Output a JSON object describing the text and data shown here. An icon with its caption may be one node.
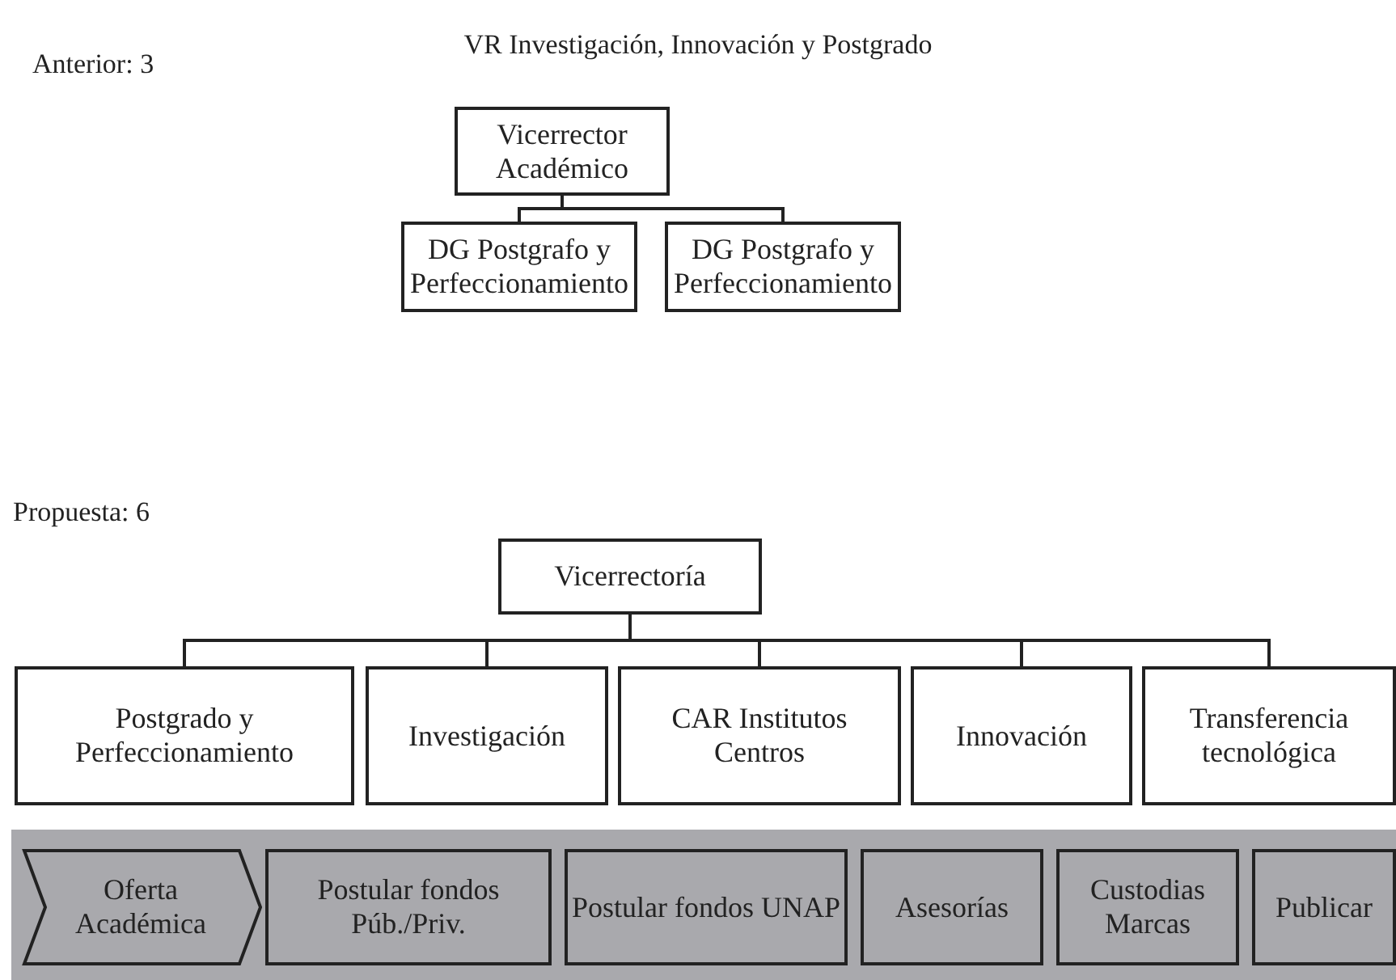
{
  "diagram": {
    "title": "VR Investigación, Innovación y Postgrado",
    "nodes": [
      {
        "text": [
          "Vicerrector Académico"
        ]
      },
      {
        "text": [
          "DG Postgrafo y Perfeccionamiento"
        ]
      },
      {
        "text": [
          "DG Postgrafo y Perfeccionamiento"
        ]
      },
      {
        "text": [
          "Vicerrectoría"
        ]
      },
      {
        "text": [
          "Postgrado y Perfeccionamiento"
        ]
      },
      {
        "text": [
          "Investigación"
        ]
      },
      {
        "text": [
          "CAR Institutos Centros"
        ]
      },
      {
        "text": [
          "Innovación"
        ]
      },
      {
        "text": [
          "Transferencia tecnológica"
        ]
      },
      {
        "text": [],
        "shape": "band"
      },
      {
        "text": [
          "Oferta Académica"
        ],
        "in": 9
      },
      {
        "text": [
          "Postular fondos Púb./Priv."
        ],
        "in": 9
      },
      {
        "text": [
          "Postular fondos UNAP"
        ],
        "in": 9
      },
      {
        "text": [
          "Asesorías"
        ],
        "in": 9
      },
      {
        "text": [
          "Custodias Marcas"
        ],
        "in": 9
      },
      {
        "text": [
          "Publicar"
        ],
        "in": 9
      }
    ],
    "edges": [
      {
        "from": 0,
        "to": 1,
        "arrow": "none"
      },
      {
        "from": 0,
        "to": 2,
        "arrow": "none"
      },
      {
        "from": 3,
        "to": 4,
        "arrow": "none"
      },
      {
        "from": 3,
        "to": 5,
        "arrow": "none"
      },
      {
        "from": 3,
        "to": 6,
        "arrow": "none"
      },
      {
        "from": 3,
        "to": 7,
        "arrow": "none"
      },
      {
        "from": 3,
        "to": 8,
        "arrow": "none"
      }
    ],
    "labels": [
      "Anterior: 3",
      "Propuesta: 6"
    ]
  }
}
